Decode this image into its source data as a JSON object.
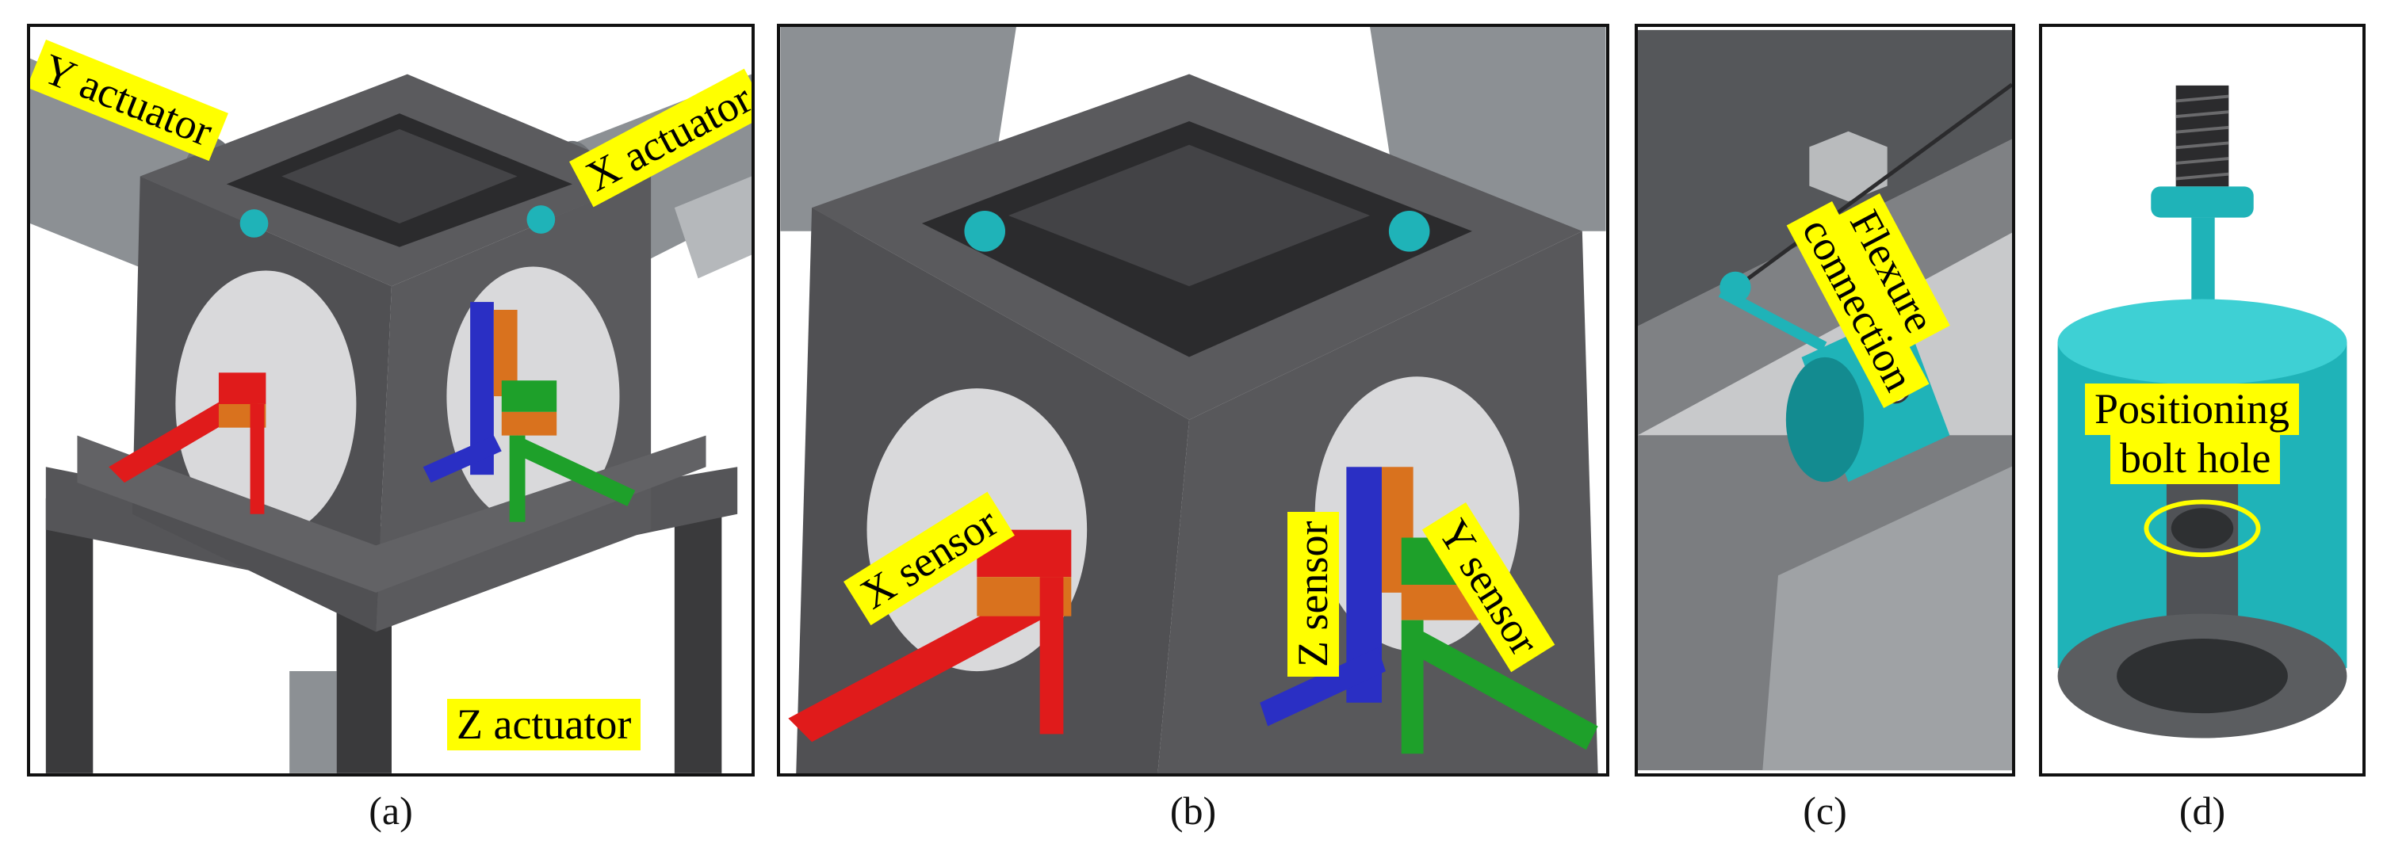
{
  "panels": {
    "a": {
      "caption": "(a)",
      "labels": {
        "y_actuator": "Y actuator",
        "x_actuator": "X actuator",
        "z_actuator": "Z actuator"
      }
    },
    "b": {
      "caption": "(b)",
      "labels": {
        "x_sensor": "X sensor",
        "z_sensor": "Z sensor",
        "y_sensor": "Y sensor"
      }
    },
    "c": {
      "caption": "(c)",
      "labels": {
        "flexure_line1": "Flexure",
        "flexure_line2": "connection"
      }
    },
    "d": {
      "caption": "(d)",
      "labels": {
        "positioning_line1": "Positioning",
        "positioning_line2": "bolt hole"
      }
    }
  },
  "colors": {
    "frame": "#4a4a4c",
    "frame_light": "#6d6d70",
    "cylinder": "#9a9ea2",
    "red": "#e01b1b",
    "orange": "#d9721e",
    "blue": "#2a2fc4",
    "green": "#1ea02a",
    "cyan": "#1fb3b8",
    "highlight": "#ffff00"
  }
}
